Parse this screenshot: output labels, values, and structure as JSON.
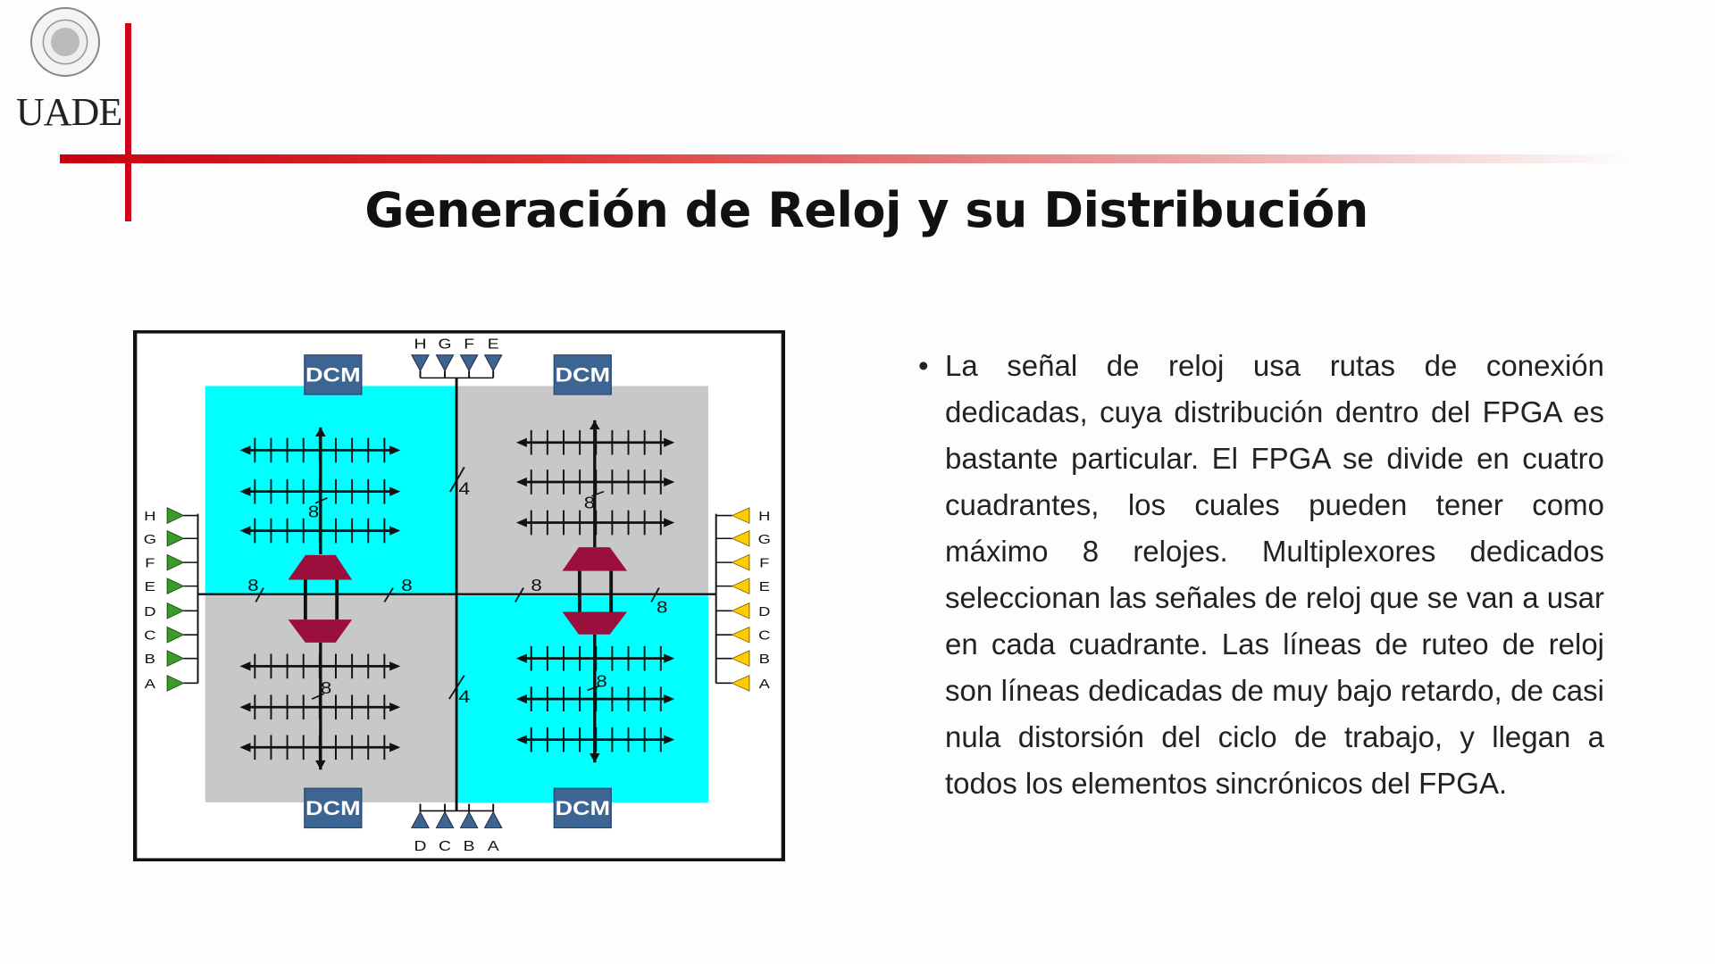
{
  "logo": {
    "text": "UADE"
  },
  "title": "Generación de Reloj y su Distribución",
  "diagram": {
    "dcm_label": "DCM",
    "top_inputs": [
      "H",
      "G",
      "F",
      "E"
    ],
    "bottom_inputs": [
      "D",
      "C",
      "B",
      "A"
    ],
    "left_inputs": [
      "H",
      "G",
      "F",
      "E",
      "D",
      "C",
      "B",
      "A"
    ],
    "right_inputs": [
      "H",
      "G",
      "F",
      "E",
      "D",
      "C",
      "B",
      "A"
    ],
    "bus_width_8": "8",
    "bus_width_4": "4",
    "colors": {
      "cyan": "#00ffff",
      "gray": "#c8c8c8",
      "dcm": "#3d6593",
      "mux": "#9a0f3c",
      "left_buffer": "#3a9a2a",
      "right_buffer": "#ffcc00",
      "io_buffer": "#3d6593"
    }
  },
  "bullet_symbol": "•",
  "body": "La señal de reloj usa rutas de conexión dedicadas, cuya distribución dentro del FPGA es bastante particular. El FPGA se divide en cuatro cuadrantes, los cuales pueden tener como máximo 8 relojes. Multiplexores dedicados seleccionan las señales de reloj que se van a usar en cada cuadrante. Las líneas de ruteo de reloj son líneas dedicadas de muy bajo retardo, de casi nula distorsión del ciclo de trabajo, y llegan a todos los elementos sincrónicos del FPGA."
}
